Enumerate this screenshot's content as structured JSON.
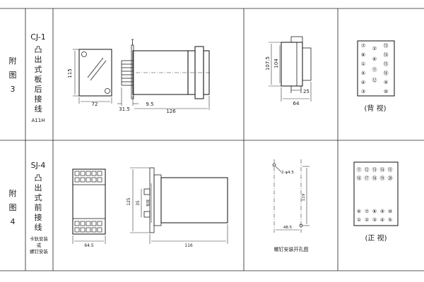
{
  "rows": [
    {
      "fig_prefix": "附",
      "fig_mid": "图",
      "fig_num": "3",
      "code": "CJ-1",
      "type_chars": [
        "凸",
        "出",
        "式",
        "板",
        "后",
        "接",
        "线"
      ],
      "sub_code": "A11H",
      "side_dims": {
        "height": "115",
        "width": "72"
      },
      "body_dims": {
        "panel": "31.5",
        "gap": "9.5",
        "depth": "126"
      },
      "cutout_dims": {
        "outer": "107.5",
        "inner": "104",
        "slot": "25",
        "width": "64"
      },
      "terminal_labels": [
        "⑦",
        "⑧",
        "①",
        "⑤",
        "④",
        "③",
        "②",
        "⑥",
        "⑪",
        "⑫",
        "⑬",
        "⑭",
        "⑮",
        "⑯",
        "⑨",
        "⑩"
      ],
      "view_caption": "(背 视)"
    },
    {
      "fig_prefix": "附",
      "fig_mid": "图",
      "fig_num": "4",
      "code": "SJ-4",
      "type_chars": [
        "凸",
        "出",
        "式",
        "前",
        "接",
        "线"
      ],
      "mount_note_1": "卡轨安装",
      "mount_note_2": "或",
      "mount_note_3": "螺钉安装",
      "front_dims": {
        "width": "64.5"
      },
      "side_dims": {
        "height": "125",
        "inner": "35",
        "ref": "有效",
        "depth": "116"
      },
      "cutout_dims": {
        "hole": "2-φ4.5",
        "height": "119",
        "width": "48.5"
      },
      "cutout_caption": "螺钉安装开孔图",
      "terminal_top": [
        "⑪",
        "⑫",
        "⑬",
        "⑭",
        "⑮",
        "⑯",
        "⑰",
        "⑱",
        "⑲",
        "⑳"
      ],
      "terminal_bottom": [
        "⑥",
        "⑦",
        "⑧",
        "⑨",
        "⑩",
        "①",
        "②",
        "③",
        "④",
        "⑤"
      ],
      "view_caption": "(正 视)"
    }
  ]
}
